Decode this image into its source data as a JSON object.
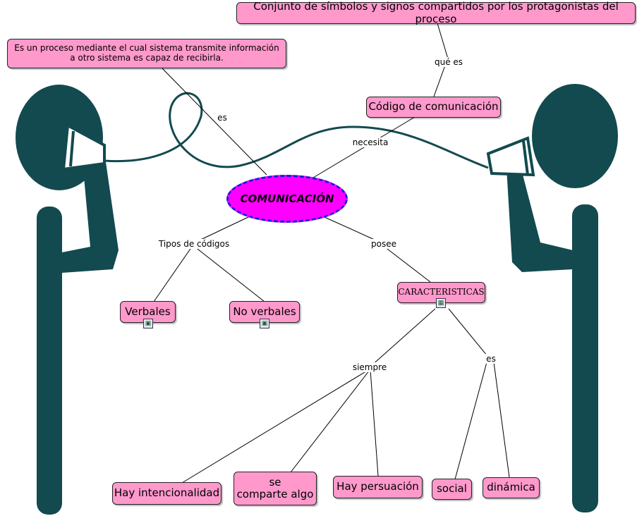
{
  "center": {
    "label": "COMUNICACIÓN"
  },
  "nodes": {
    "definicion": "Es un proceso mediante el cual sistema transmite información a otro sistema es capaz de recibirla.",
    "conjunto": "Conjunto de símbolos y signos compartidos por los protagonistas del proceso",
    "codigo": "Código de comunicación",
    "caracteristicas": "CARACTERISTICAS",
    "verbales": "Verbales",
    "no_verbales": "No verbales",
    "intencionalidad": "Hay intencionalidad",
    "comparte": "se\ncomparte algo",
    "persuasion": "Hay persuación",
    "social": "social",
    "dinamica": "dinámica"
  },
  "links": {
    "es_top": "es",
    "que_es": "qué es",
    "necesita": "necesita",
    "tipos": "Tipos de códigos",
    "posee": "posee",
    "siempre": "siempre",
    "es_right": "es"
  },
  "icons": {
    "figure": "person-with-cup-phone",
    "verbales_res": "image-icon",
    "no_verbales_res": "image-icon",
    "caracteristicas_res": "video-icon"
  },
  "colors": {
    "figure": "#124a4f",
    "node": "#ff99cc",
    "center": "#ff00ff",
    "center_border": "#1a1adf"
  }
}
